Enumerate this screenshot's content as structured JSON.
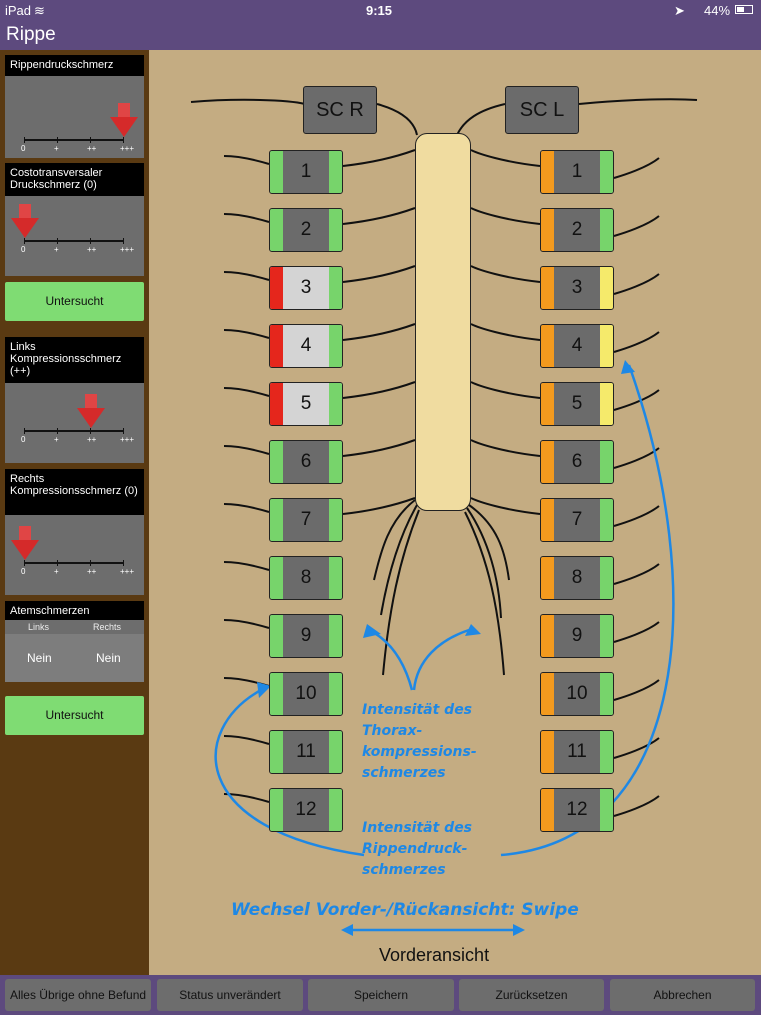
{
  "status": {
    "device": "iPad",
    "time": "9:15",
    "battery": "44%"
  },
  "title": "Rippe",
  "sidebar": {
    "rib_pressure": {
      "label": "Rippendruckschmerz",
      "level_index": 3
    },
    "costo": {
      "label": "Costotransversaler Druckschmerz (0)",
      "level_index": 0
    },
    "examined_label_1": "Untersucht",
    "left_compression": {
      "label": "Links Kompressionsschmerz (++)",
      "level_index": 2
    },
    "right_compression": {
      "label": "Rechts Kompressionsschmerz (0)",
      "level_index": 0
    },
    "scale_ticks": [
      "0",
      "+",
      "++",
      "+++"
    ],
    "breath": {
      "label": "Atemschmerzen",
      "col_left": "Links",
      "col_right": "Rechts",
      "val_left": "Nein",
      "val_right": "Nein"
    },
    "examined_label_2": "Untersucht"
  },
  "diagram": {
    "sc_right": "SC R",
    "sc_left": "SC L",
    "ribs_right": [
      {
        "n": "1",
        "outer": "#77d46b",
        "inner": "#77d46b",
        "fill": "#6b6b6b"
      },
      {
        "n": "2",
        "outer": "#77d46b",
        "inner": "#77d46b",
        "fill": "#6b6b6b"
      },
      {
        "n": "3",
        "outer": "#e5261c",
        "inner": "#77d46b",
        "fill": "#d4d4d4"
      },
      {
        "n": "4",
        "outer": "#e5261c",
        "inner": "#77d46b",
        "fill": "#d4d4d4"
      },
      {
        "n": "5",
        "outer": "#e5261c",
        "inner": "#77d46b",
        "fill": "#d4d4d4"
      },
      {
        "n": "6",
        "outer": "#77d46b",
        "inner": "#77d46b",
        "fill": "#6b6b6b"
      },
      {
        "n": "7",
        "outer": "#77d46b",
        "inner": "#77d46b",
        "fill": "#6b6b6b"
      },
      {
        "n": "8",
        "outer": "#77d46b",
        "inner": "#77d46b",
        "fill": "#6b6b6b"
      },
      {
        "n": "9",
        "outer": "#77d46b",
        "inner": "#77d46b",
        "fill": "#6b6b6b"
      },
      {
        "n": "10",
        "outer": "#77d46b",
        "inner": "#77d46b",
        "fill": "#6b6b6b"
      },
      {
        "n": "11",
        "outer": "#77d46b",
        "inner": "#77d46b",
        "fill": "#6b6b6b"
      },
      {
        "n": "12",
        "outer": "#77d46b",
        "inner": "#77d46b",
        "fill": "#6b6b6b"
      }
    ],
    "ribs_left": [
      {
        "n": "1",
        "outer": "#77d46b",
        "inner": "#f39a1e",
        "fill": "#6b6b6b"
      },
      {
        "n": "2",
        "outer": "#77d46b",
        "inner": "#f39a1e",
        "fill": "#6b6b6b"
      },
      {
        "n": "3",
        "outer": "#f5ea6b",
        "inner": "#f39a1e",
        "fill": "#6b6b6b"
      },
      {
        "n": "4",
        "outer": "#f5ea6b",
        "inner": "#f39a1e",
        "fill": "#6b6b6b"
      },
      {
        "n": "5",
        "outer": "#f5ea6b",
        "inner": "#f39a1e",
        "fill": "#6b6b6b"
      },
      {
        "n": "6",
        "outer": "#77d46b",
        "inner": "#f39a1e",
        "fill": "#6b6b6b"
      },
      {
        "n": "7",
        "outer": "#77d46b",
        "inner": "#f39a1e",
        "fill": "#6b6b6b"
      },
      {
        "n": "8",
        "outer": "#77d46b",
        "inner": "#f39a1e",
        "fill": "#6b6b6b"
      },
      {
        "n": "9",
        "outer": "#77d46b",
        "inner": "#f39a1e",
        "fill": "#6b6b6b"
      },
      {
        "n": "10",
        "outer": "#77d46b",
        "inner": "#f39a1e",
        "fill": "#6b6b6b"
      },
      {
        "n": "11",
        "outer": "#77d46b",
        "inner": "#f39a1e",
        "fill": "#6b6b6b"
      },
      {
        "n": "12",
        "outer": "#77d46b",
        "inner": "#f39a1e",
        "fill": "#6b6b6b"
      }
    ],
    "annotation_compression": [
      "Intensität des",
      "Thorax-",
      "kompressions-",
      "schmerzes"
    ],
    "annotation_pressure": [
      "Intensität des",
      "Rippendruck-",
      "schmerzes"
    ],
    "annotation_swipe": "Wechsel Vorder-/Rückansicht: Swipe",
    "view_label": "Vorderansicht"
  },
  "toolbar": {
    "normal_label": "Alles Übrige ohne Befund",
    "unchanged_label": "Status unverändert",
    "save_label": "Speichern",
    "reset_label": "Zurücksetzen",
    "cancel_label": "Abbrechen"
  },
  "colors": {
    "green": "#77d46b",
    "red": "#e5261c",
    "orange": "#f39a1e",
    "yellow": "#f5ea6b",
    "annotation": "#1e88e5",
    "accent": "#5d4a7e"
  }
}
